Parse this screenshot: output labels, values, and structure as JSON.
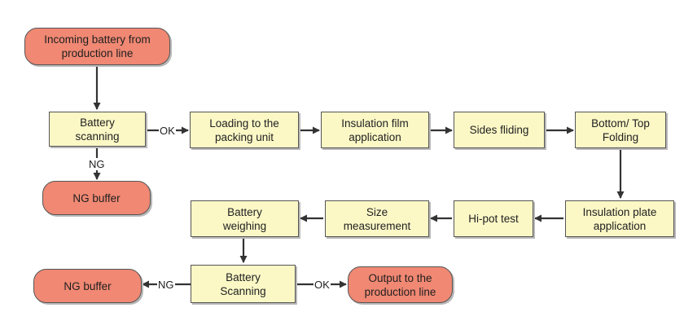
{
  "nodes": {
    "incoming": "Incoming battery from\nproduction line",
    "scan1": "Battery\nscanning",
    "ng_buffer_1": "NG buffer",
    "loading": "Loading to the\npacking unit",
    "film": "Insulation film\napplication",
    "sides": "Sides fliding",
    "bottom_top": "Bottom/ Top\nFolding",
    "plate": "Insulation plate\napplication",
    "hipot": "Hi-pot test",
    "size": "Size\nmeasurement",
    "weighing": "Battery\nweighing",
    "scan2": "Battery\nScanning",
    "ng_buffer_2": "NG buffer",
    "output": "Output to the\nproduction line"
  },
  "edge_labels": {
    "scan1_ok": "OK",
    "scan1_ng": "NG",
    "scan2_ng": "NG",
    "scan2_ok": "OK"
  },
  "colors": {
    "process_fill": "#fbf8c6",
    "terminal_fill": "#f08873",
    "stroke": "#555555",
    "arrow": "#333333"
  }
}
